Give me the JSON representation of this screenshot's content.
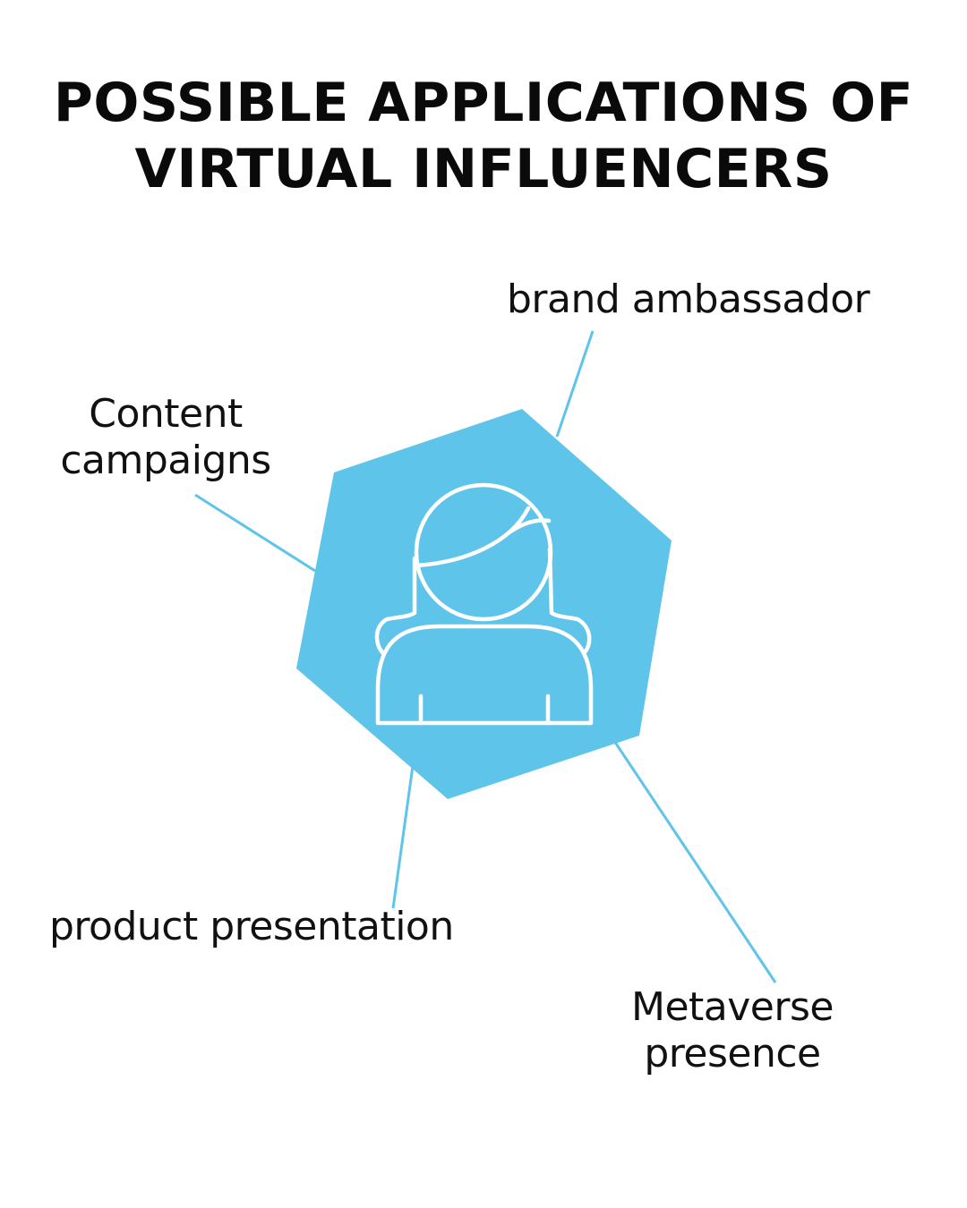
{
  "title": {
    "line1": "POSSIBLE APPLICATIONS OF",
    "line2": "VIRTUAL INFLUENCERS"
  },
  "colors": {
    "accent": "#5EC4EA",
    "text": "#111111",
    "background": "#ffffff",
    "icon_stroke": "#ffffff"
  },
  "center_icon": "person-icon",
  "applications": {
    "brand": {
      "line1": "brand ambassador"
    },
    "content": {
      "line1": "Content",
      "line2": "campaigns"
    },
    "product": {
      "line1": "product presentation"
    },
    "metaverse": {
      "line1": "Metaverse",
      "line2": "presence"
    }
  }
}
